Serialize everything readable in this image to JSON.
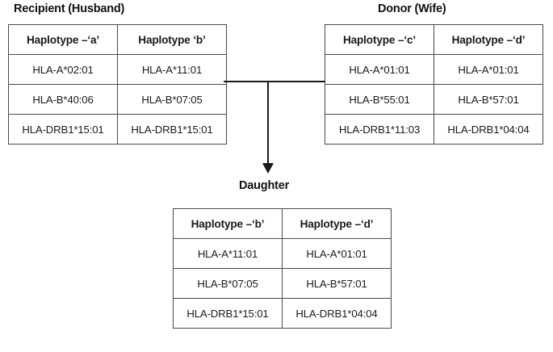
{
  "diagram": {
    "title_recipient": "Recipient (Husband)",
    "title_donor": "Donor (Wife)",
    "title_daughter": "Daughter",
    "connector": {
      "type": "parent-to-child-arrow",
      "direction": "down",
      "color": "#1a1a1a"
    }
  },
  "recipient": {
    "label": "Recipient (Husband)",
    "columns": [
      "Haplotype –‘a’",
      "Haplotype ‘b’"
    ],
    "rows": [
      [
        "HLA-A*02:01",
        "HLA-A*11:01"
      ],
      [
        "HLA-B*40:06",
        "HLA-B*07:05"
      ],
      [
        "HLA-DRB1*15:01",
        "HLA-DRB1*15:01"
      ]
    ]
  },
  "donor": {
    "label": "Donor (Wife)",
    "columns": [
      "Haplotype –‘c’",
      "Haplotype –‘d’"
    ],
    "rows": [
      [
        "HLA-A*01:01",
        "HLA-A*01:01"
      ],
      [
        "HLA-B*55:01",
        "HLA-B*57:01"
      ],
      [
        "HLA-DRB1*11:03",
        "HLA-DRB1*04:04"
      ]
    ]
  },
  "daughter": {
    "label": "Daughter",
    "columns": [
      "Haplotype –‘b’",
      "Haplotype –‘d’"
    ],
    "rows": [
      [
        "HLA-A*11:01",
        "HLA-A*01:01"
      ],
      [
        "HLA-B*07:05",
        "HLA-B*57:01"
      ],
      [
        "HLA-DRB1*15:01",
        "HLA-DRB1*04:04"
      ]
    ]
  }
}
